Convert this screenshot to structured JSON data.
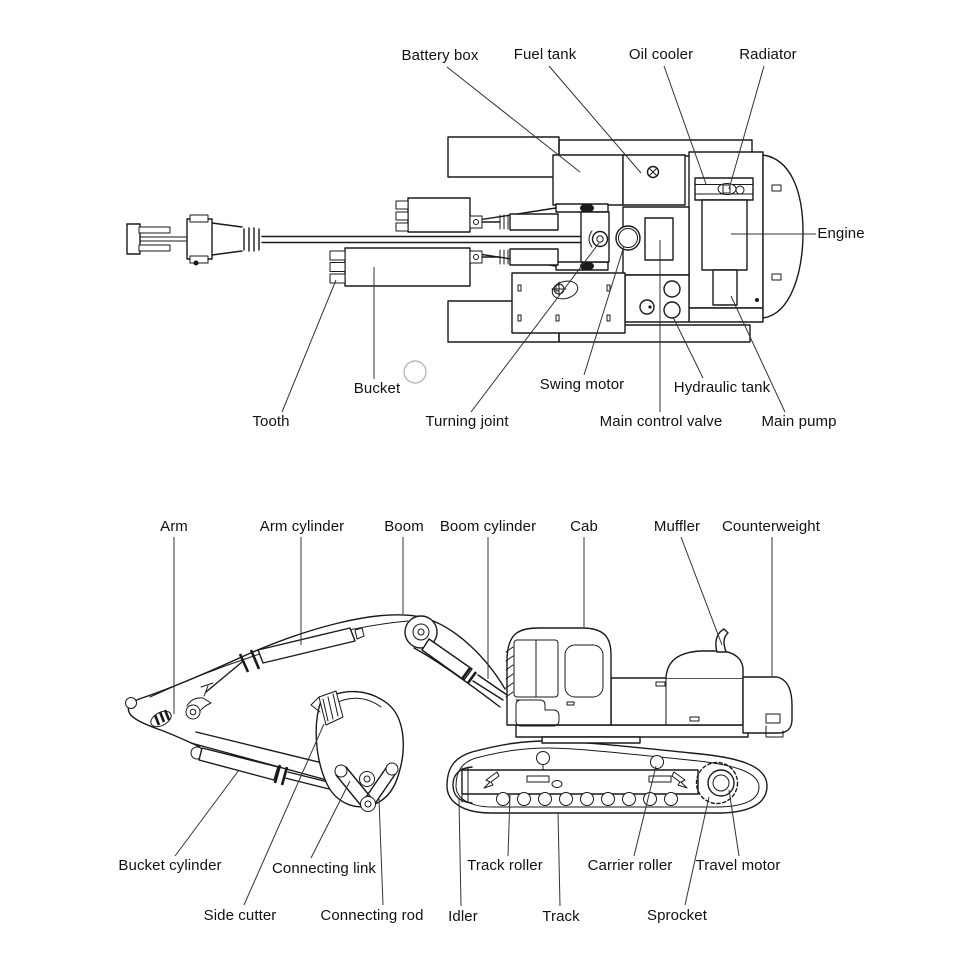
{
  "colors": {
    "line": "#1a1a1a",
    "leader": "#333333",
    "text": "#10101a",
    "ghost": "#b9b9c7"
  },
  "top_view": {
    "labels": [
      {
        "id": "battery-box",
        "text": "Battery box"
      },
      {
        "id": "fuel-tank",
        "text": "Fuel tank"
      },
      {
        "id": "oil-cooler",
        "text": "Oil cooler"
      },
      {
        "id": "radiator",
        "text": "Radiator"
      },
      {
        "id": "engine",
        "text": "Engine"
      },
      {
        "id": "bucket",
        "text": "Bucket"
      },
      {
        "id": "tooth",
        "text": "Tooth"
      },
      {
        "id": "turning-joint",
        "text": "Turning joint"
      },
      {
        "id": "swing-motor",
        "text": "Swing motor"
      },
      {
        "id": "main-control-valve",
        "text": "Main control valve"
      },
      {
        "id": "hydraulic-tank",
        "text": "Hydraulic tank"
      },
      {
        "id": "main-pump",
        "text": "Main pump"
      }
    ]
  },
  "side_view": {
    "labels": [
      {
        "id": "arm",
        "text": "Arm"
      },
      {
        "id": "arm-cylinder",
        "text": "Arm cylinder"
      },
      {
        "id": "boom",
        "text": "Boom"
      },
      {
        "id": "boom-cylinder",
        "text": "Boom cylinder"
      },
      {
        "id": "cab",
        "text": "Cab"
      },
      {
        "id": "muffler",
        "text": "Muffler"
      },
      {
        "id": "counterweight",
        "text": "Counterweight"
      },
      {
        "id": "bucket-cylinder",
        "text": "Bucket cylinder"
      },
      {
        "id": "connecting-link",
        "text": "Connecting link"
      },
      {
        "id": "side-cutter",
        "text": "Side cutter"
      },
      {
        "id": "connecting-rod",
        "text": "Connecting rod"
      },
      {
        "id": "idler",
        "text": "Idler"
      },
      {
        "id": "track",
        "text": "Track"
      },
      {
        "id": "sprocket",
        "text": "Sprocket"
      },
      {
        "id": "track-roller",
        "text": "Track roller"
      },
      {
        "id": "carrier-roller",
        "text": "Carrier roller"
      },
      {
        "id": "travel-motor",
        "text": "Travel motor"
      }
    ]
  }
}
